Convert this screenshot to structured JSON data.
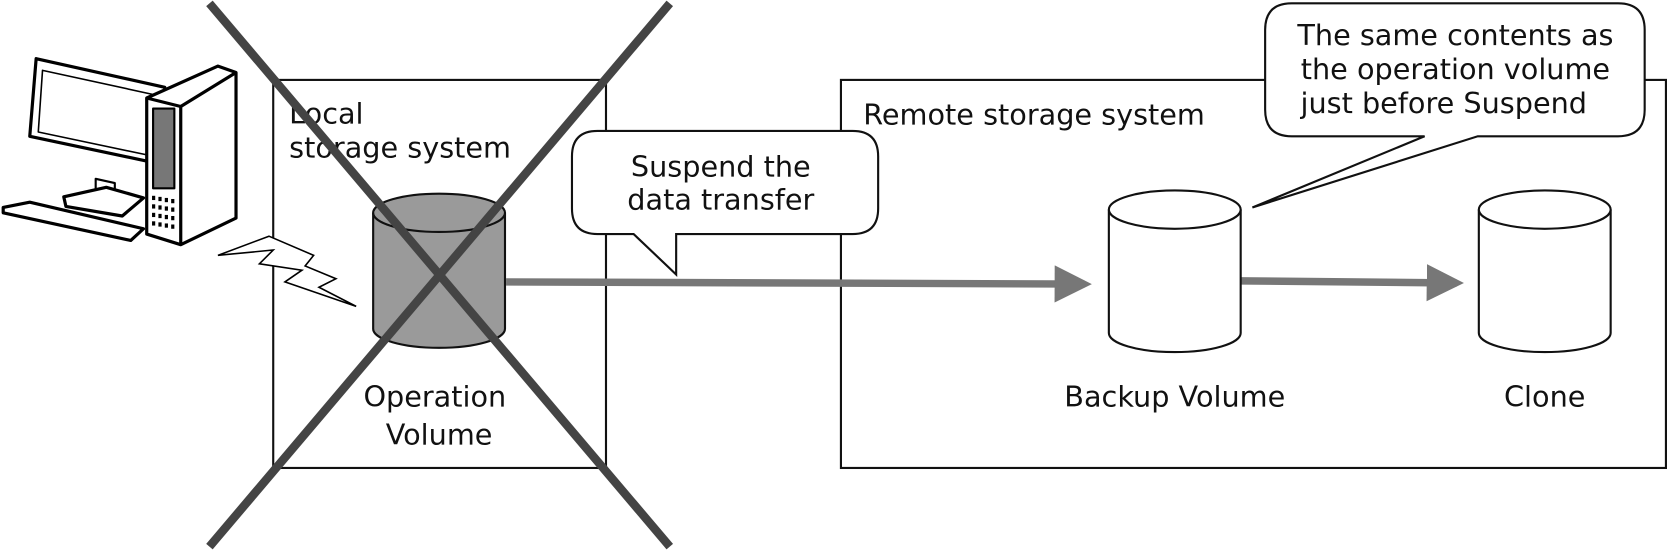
{
  "local_system": {
    "label_line1": "Local",
    "label_line2": "storage system"
  },
  "remote_system": {
    "label": "Remote storage system"
  },
  "volumes": {
    "operation": {
      "label_line1": "Operation",
      "label_line2": "Volume",
      "fill": "#9a9a9a"
    },
    "backup": {
      "label": "Backup Volume"
    },
    "clone": {
      "label": "Clone"
    }
  },
  "callouts": {
    "suspend": {
      "line1": "Suspend the",
      "line2": "data transfer"
    },
    "same_contents": {
      "line1": "The same contents as",
      "line2": "the operation volume",
      "line3": "just before Suspend"
    }
  },
  "colors": {
    "flow_arrow": "#777777",
    "cross": "#444444"
  },
  "icons": {
    "host": "desktop-computer-icon",
    "link": "lightning-bolt-icon",
    "failure": "cross-out-icon"
  }
}
